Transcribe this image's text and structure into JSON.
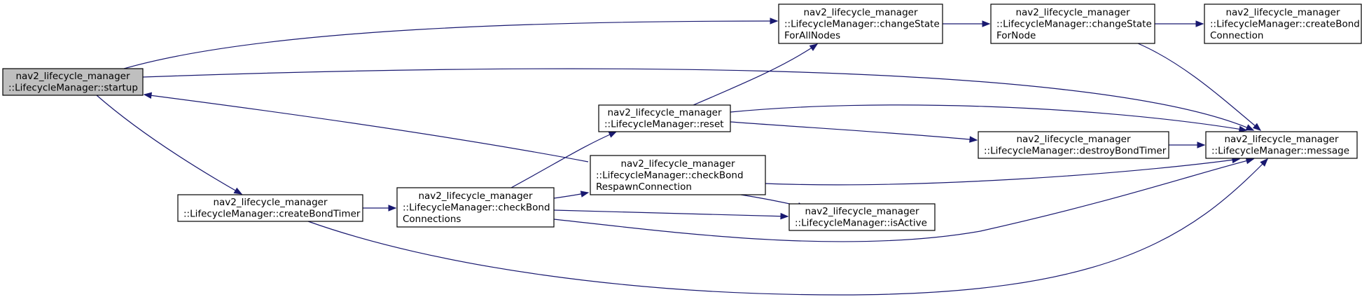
{
  "diagram": {
    "nodes": [
      {
        "id": "startup",
        "lines": [
          "nav2_lifecycle_manager",
          "::LifecycleManager::startup"
        ],
        "root": true
      },
      {
        "id": "changeStateForAllNodes",
        "lines": [
          "nav2_lifecycle_manager",
          "::LifecycleManager::changeState",
          "ForAllNodes"
        ]
      },
      {
        "id": "changeStateForNode",
        "lines": [
          "nav2_lifecycle_manager",
          "::LifecycleManager::changeState",
          "ForNode"
        ]
      },
      {
        "id": "createBondConnection",
        "lines": [
          "nav2_lifecycle_manager",
          "::LifecycleManager::createBond",
          "Connection"
        ]
      },
      {
        "id": "message",
        "lines": [
          "nav2_lifecycle_manager",
          "::LifecycleManager::message"
        ]
      },
      {
        "id": "reset",
        "lines": [
          "nav2_lifecycle_manager",
          "::LifecycleManager::reset"
        ]
      },
      {
        "id": "destroyBondTimer",
        "lines": [
          "nav2_lifecycle_manager",
          "::LifecycleManager::destroyBondTimer"
        ]
      },
      {
        "id": "checkBondRespawnConnection",
        "lines": [
          "nav2_lifecycle_manager",
          "::LifecycleManager::checkBond",
          "RespawnConnection"
        ]
      },
      {
        "id": "createBondTimer",
        "lines": [
          "nav2_lifecycle_manager",
          "::LifecycleManager::createBondTimer"
        ]
      },
      {
        "id": "checkBondConnections",
        "lines": [
          "nav2_lifecycle_manager",
          "::LifecycleManager::checkBond",
          "Connections"
        ]
      },
      {
        "id": "isActive",
        "lines": [
          "nav2_lifecycle_manager",
          "::LifecycleManager::isActive"
        ]
      }
    ],
    "edges": [
      {
        "from": "startup",
        "to": "changeStateForAllNodes"
      },
      {
        "from": "startup",
        "to": "message"
      },
      {
        "from": "startup",
        "to": "createBondTimer"
      },
      {
        "from": "changeStateForAllNodes",
        "to": "changeStateForNode"
      },
      {
        "from": "changeStateForNode",
        "to": "createBondConnection"
      },
      {
        "from": "changeStateForNode",
        "to": "message"
      },
      {
        "from": "reset",
        "to": "changeStateForAllNodes"
      },
      {
        "from": "reset",
        "to": "message"
      },
      {
        "from": "reset",
        "to": "destroyBondTimer"
      },
      {
        "from": "destroyBondTimer",
        "to": "message"
      },
      {
        "from": "checkBondRespawnConnection",
        "to": "startup"
      },
      {
        "from": "checkBondRespawnConnection",
        "to": "message"
      },
      {
        "from": "checkBondRespawnConnection",
        "to": "isActive"
      },
      {
        "from": "createBondTimer",
        "to": "checkBondConnections"
      },
      {
        "from": "createBondTimer",
        "to": "message"
      },
      {
        "from": "checkBondConnections",
        "to": "reset"
      },
      {
        "from": "checkBondConnections",
        "to": "checkBondRespawnConnection"
      },
      {
        "from": "checkBondConnections",
        "to": "isActive"
      },
      {
        "from": "checkBondConnections",
        "to": "message"
      }
    ]
  }
}
